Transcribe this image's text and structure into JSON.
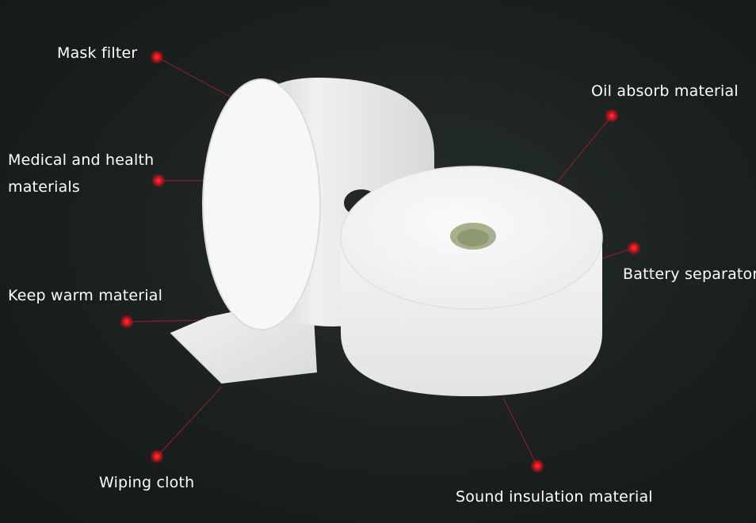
{
  "labels": {
    "mask_filter": "Mask filter",
    "medical_health": "Medical and health materials",
    "keep_warm": "Keep warm material",
    "wiping_cloth": "Wiping cloth",
    "oil_absorb": "Oil absorb material",
    "battery_separator": "Battery separator",
    "sound_insulation": "Sound insulation material"
  },
  "colors": {
    "background": "#1b211f",
    "marker": "#d4101a",
    "leader_line": "#8a1d22",
    "roll": "#f2f2f2",
    "core": "#a6b08c"
  }
}
